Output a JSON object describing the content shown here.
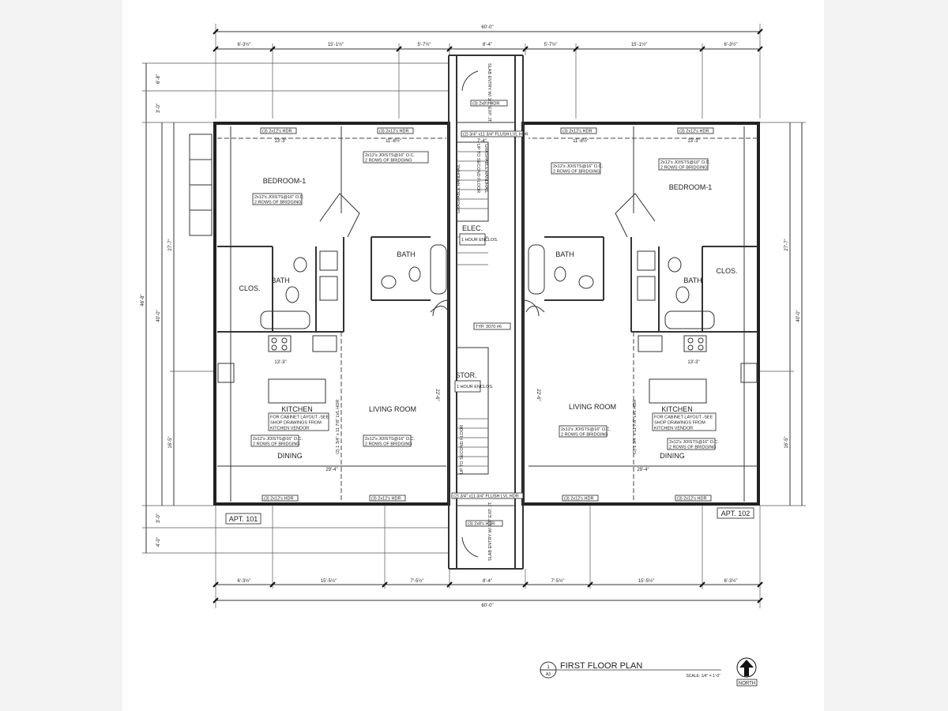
{
  "title_block": {
    "detail_number": "1",
    "sheet_number": "A3",
    "title": "FIRST FLOOR PLAN",
    "scale": "SCALE: 1/4\" = 1'-0\"",
    "north_label": "NORTH"
  },
  "dimensions": {
    "overall_width": "60'-0\"",
    "top_segments": [
      "6'-3½\"",
      "15'-1½\"",
      "5'-7½\"",
      "8'-4\"",
      "5'-7½\"",
      "15'-1½\"",
      "6'-3½\""
    ],
    "bottom_segments": [
      "6'-3½\"",
      "15'-5½\"",
      "7'-5½\"",
      "8'-4\"",
      "7'-5½\"",
      "15'-5½\"",
      "6'-3½\""
    ],
    "left_overall": "46'-8\"",
    "left_sub": [
      "40'-0\"",
      "27'-7\"",
      "16'-5\""
    ],
    "left_top": [
      "6'-8\"",
      "3'-0\""
    ],
    "left_bottom": [
      "3'-0\"",
      "4'-0\""
    ],
    "right_sub": [
      "40'-0\"",
      "27'-7\"",
      "16'-5\""
    ]
  },
  "apt_left": {
    "label": "APT. 101",
    "bedroom": "BEDROOM-1",
    "bath": "BATH",
    "closet": "CLOS.",
    "kitchen": "KITCHEN",
    "dining": "DINING",
    "living": "LIVING ROOM",
    "bath2": "BATH",
    "header_bed": "(3) 2x12's HDR",
    "header_2": "(3) 2x12's HDR",
    "header_bottom_1": "(3) 2x12's HDR",
    "header_bottom_2": "(3) 2x12's HDR",
    "joist_1": "2x12's JOISTS@16\" O.C.",
    "bridging_1": "2 ROWS OF BRIDGING",
    "joist_2": "2x12's JOISTS@16\" O.C.",
    "bridging_2": "2 ROWS OF BRIDGING",
    "joist_3": "2x12's JOISTS@16\" O.C.",
    "bridging_3": "2 ROWS OF BRIDGING",
    "joist_4": "2x12's JOISTS@16\" O.C.",
    "bridging_4": "2 ROWS OF BRIDGING",
    "cabinet_note": [
      "FOR CABINET LAYOUT -SEE",
      "SHOP DRAWINGS FROM",
      "KITCHEN VENDOR"
    ],
    "beam": "(2) 1 3/4\" x 11 7/8\" LVL HDR",
    "dim_bed_w": "13'-3\"",
    "dim_2_w": "11'-8½\"",
    "dim_kitchen_w": "13'-3\"",
    "dim_dining": "29'-4\"",
    "dim_living_h": "22'-6\""
  },
  "apt_right": {
    "label": "APT. 102",
    "bedroom": "BEDROOM-1",
    "bath": "BATH",
    "closet": "CLOS.",
    "kitchen": "KITCHEN",
    "dining": "DINING",
    "living": "LIVING ROOM",
    "bath2": "BATH",
    "header_bed": "(3) 2x12's HDR",
    "header_2": "(3) 2x12's HDR",
    "header_bottom_1": "(3) 2x12's HDR",
    "header_bottom_2": "(3) 2x12's HDR",
    "joist_1": "2x12's JOISTS@16\" O.C.",
    "bridging_1": "2 ROWS OF BRIDGING",
    "joist_2": "2x12's JOISTS@16\" O.C.",
    "bridging_2": "2 ROWS OF BRIDGING",
    "joist_3": "2x12's JOISTS@16\" O.C.",
    "bridging_3": "2 ROWS OF BRIDGING",
    "joist_4": "2x12's JOISTS@16\" O.C.",
    "bridging_4": "2 ROWS OF BRIDGING",
    "cabinet_note": [
      "FOR CABINET LAYOUT -SEE",
      "SHOP DRAWINGS FROM",
      "KITCHEN VENDOR"
    ],
    "beam": "(2) 1 3/4\" x 11 7/8\" LVL HDR",
    "dim_bed_w": "13'-3\"",
    "dim_2_w": "11'-8½\"",
    "dim_kitchen_w": "13'-3\"",
    "dim_dining": "29'-4\"",
    "dim_living_h": "22'-6\""
  },
  "core": {
    "elec": "ELEC.",
    "elec_encl": "1 HOUR ENCLOS.",
    "stor": "STOR.",
    "stor_encl": "1 HOUR ENCLOS.",
    "header_top": "(3) 2x8's HDR",
    "header_bottom": "(3) 2x8's HDR",
    "flush_beam_top": "(2) 3/4\" x11 3/4\" FLUSH LVL HDR",
    "flush_beam_bottom": "(2) 3/4\" x11 3/4\" FLUSH LVL HDR",
    "slab": "SLAB ENTRY W/ 1/2\" EXP. JT.",
    "typ": "TYP. 3070 #6",
    "up": "UP TO SECOND FLOOR",
    "handrail": "GRASPABLE HANDRAIL",
    "corridor_w": "7'-4\""
  }
}
